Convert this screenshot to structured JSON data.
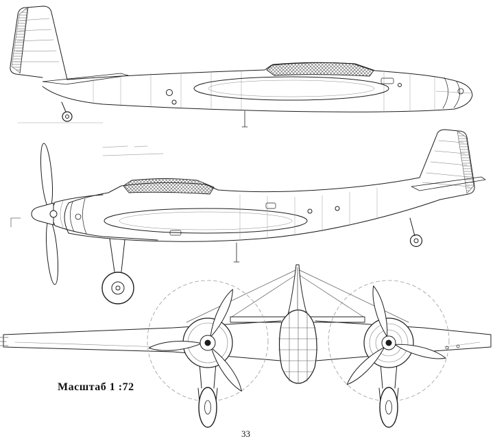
{
  "labels": {
    "scale": "Масштаб 1 :72",
    "page_number": "33"
  },
  "colors": {
    "background": "#ffffff",
    "ink": "#1c1c1c",
    "construction": "#999999"
  },
  "diagram": {
    "subject": "twin-engine-bomber-three-view-drawing",
    "views": [
      {
        "name": "side-view-nose-right"
      },
      {
        "name": "side-view-nose-left"
      },
      {
        "name": "front-view"
      }
    ]
  }
}
